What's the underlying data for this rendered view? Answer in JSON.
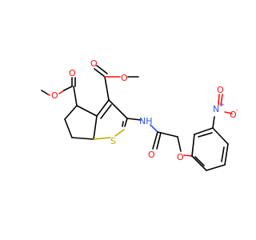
{
  "molecule": {
    "atom_labels": {
      "ester_a_carbonyl_o": "O",
      "ester_a_ether_o": "O",
      "ester_b_carbonyl_o": "O",
      "ester_b_ether_o": "O",
      "ring_sulfur": "S",
      "amide_nh": "NH",
      "amide_o": "O",
      "ether_o": "O",
      "nitro_n": "N",
      "nitro_n_charge": "+",
      "nitro_o_top": "O",
      "nitro_o_right": "O",
      "nitro_o_charge": "-"
    },
    "colors": {
      "carbon": "#000000",
      "oxygen": "#ff0d0d",
      "nitrogen": "#3050f8",
      "sulfur": "#c8a800"
    }
  }
}
